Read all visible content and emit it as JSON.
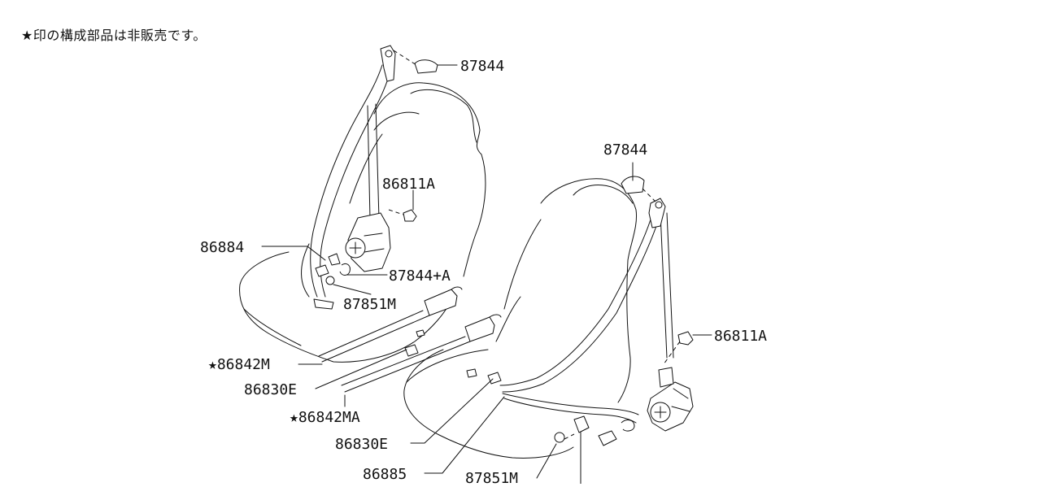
{
  "note": "★印の構成部品は非販売です。",
  "labels": {
    "l87844_a": "87844",
    "l86811a_a": "86811A",
    "l86884": "86884",
    "l87844pa": "87844+A",
    "l87851m_a": "87851M",
    "l86842m": "★86842M",
    "l86830e_a": "86830E",
    "l86842ma": "★86842MA",
    "l86830e_b": "86830E",
    "l86885": "86885",
    "l87851m_b": "87851M",
    "l87844_b": "87844",
    "l86811a_b": "86811A"
  }
}
